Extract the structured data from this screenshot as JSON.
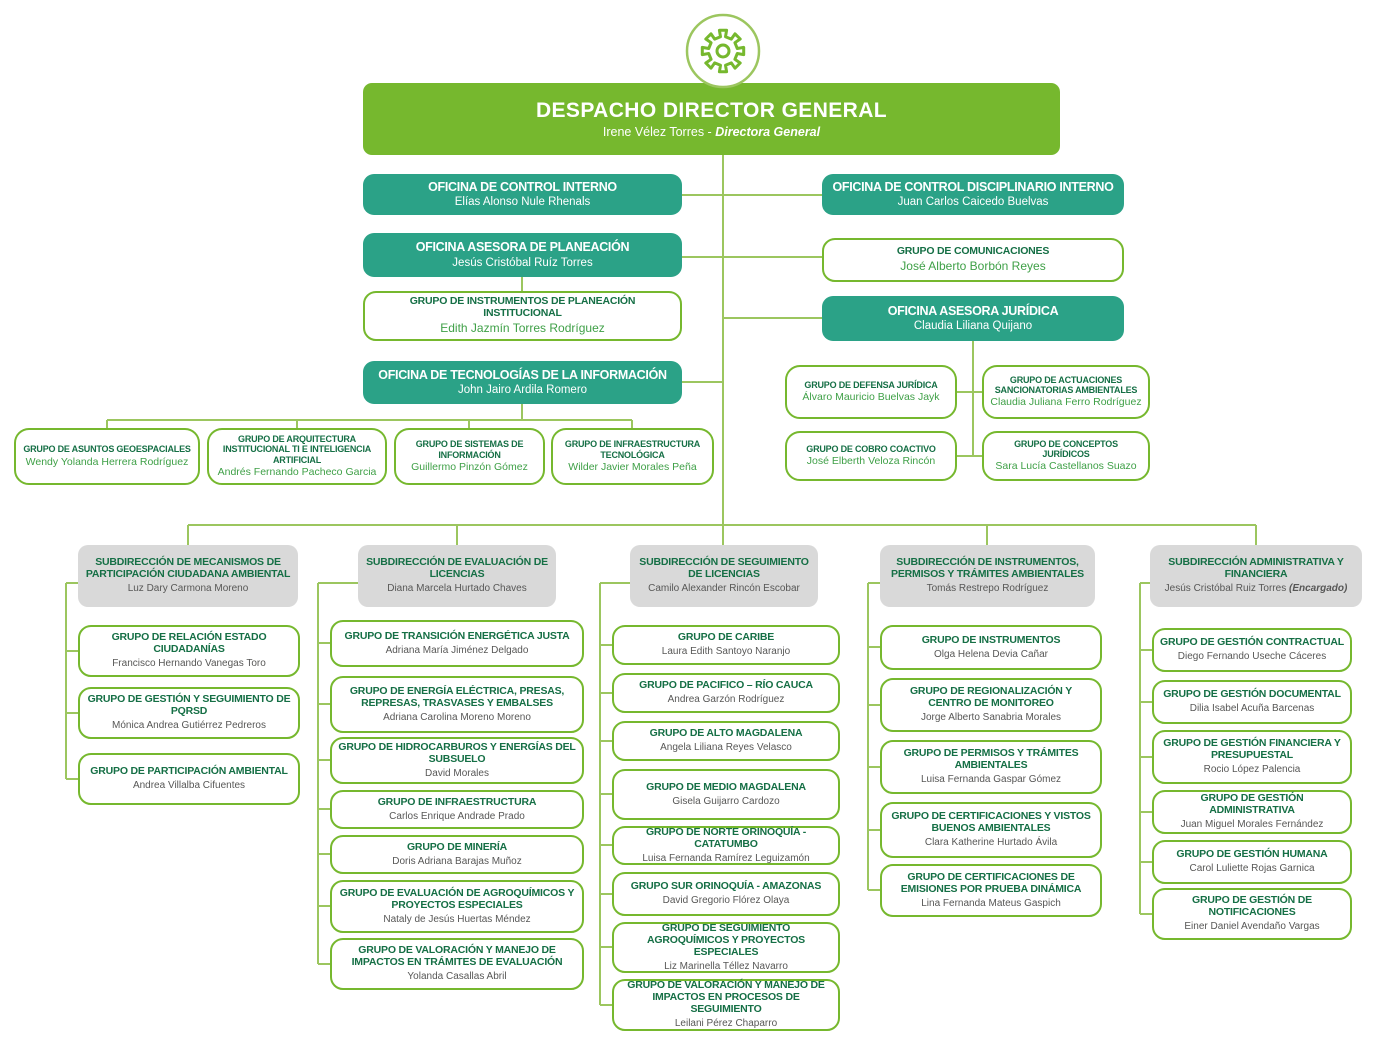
{
  "chart_title": "Organigrama - Despacho Director General",
  "colors": {
    "brand_green": "#76b82e",
    "teal": "#2ba287",
    "line_green": "#9cc65f",
    "title_green": "#156f45",
    "name_green": "#3fa047",
    "box_gray": "#d9d9d9",
    "name_gray": "#575756"
  },
  "nodes": [
    {
      "id": "despacho-director-general",
      "type": "green",
      "title": "DESPACHO DIRECTOR GENERAL",
      "name": "Irene Vélez Torres - ",
      "name_suffix": "Directora General"
    },
    {
      "id": "oficina-control-interno",
      "type": "teal",
      "title": "OFICINA DE CONTROL INTERNO",
      "name": "Elías Alonso Nule Rhenals"
    },
    {
      "id": "oficina-control-disciplinario-interno",
      "type": "teal",
      "title": "OFICINA DE CONTROL DISCIPLINARIO INTERNO",
      "name": "Juan Carlos Caicedo Buelvas"
    },
    {
      "id": "oficina-asesora-planeacion",
      "type": "teal",
      "title": "OFICINA ASESORA DE PLANEACIÓN",
      "name": "Jesús Cristóbal Ruíz Torres"
    },
    {
      "id": "grupo-comunicaciones",
      "type": "white",
      "title": "GRUPO DE COMUNICACIONES",
      "name": "José Alberto Borbón Reyes"
    },
    {
      "id": "grupo-instrumentos-planeacion-institucional",
      "type": "white",
      "title": "GRUPO DE INSTRUMENTOS DE PLANEACIÓN INSTITUCIONAL",
      "name": "Edith Jazmín Torres Rodríguez"
    },
    {
      "id": "oficina-asesora-juridica",
      "type": "teal",
      "title": "OFICINA ASESORA JURÍDICA",
      "name": "Claudia Liliana Quijano"
    },
    {
      "id": "oficina-tecnologias-informacion",
      "type": "teal",
      "title": "OFICINA DE TECNOLOGÍAS DE LA INFORMACIÓN",
      "name": "John Jairo Ardila Romero"
    },
    {
      "id": "grupo-defensa-juridica",
      "type": "white-sm",
      "title": "GRUPO DE DEFENSA JURÍDICA",
      "name": "Álvaro Mauricio Buelvas Jayk"
    },
    {
      "id": "grupo-actuaciones-sancionatorias-ambientales",
      "type": "white-sm",
      "title": "GRUPO DE ACTUACIONES SANCIONATORIAS AMBIENTALES",
      "name": "Claudia Juliana Ferro Rodríguez"
    },
    {
      "id": "grupo-cobro-coactivo",
      "type": "white-sm",
      "title": "GRUPO DE COBRO COACTIVO",
      "name": "José Elberth Veloza Rincón"
    },
    {
      "id": "grupo-conceptos-juridicos",
      "type": "white-sm",
      "title": "GRUPO DE CONCEPTOS JURÍDICOS",
      "name": "Sara Lucía Castellanos Suazo"
    },
    {
      "id": "grupo-asuntos-geoespaciales",
      "type": "white-sm",
      "title": "GRUPO DE ASUNTOS GEOESPACIALES",
      "name": "Wendy Yolanda Herrera Rodríguez"
    },
    {
      "id": "grupo-arquitectura-institucional-ti",
      "type": "white-sm",
      "title": "GRUPO DE ARQUITECTURA INSTITUCIONAL TI E INTELIGENCIA ARTIFICIAL",
      "name": "Andrés Fernando Pacheco Garcia"
    },
    {
      "id": "grupo-sistemas-informacion",
      "type": "white-sm",
      "title": "GRUPO DE SISTEMAS DE INFORMACIÓN",
      "name": "Guillermo Pinzón Gómez"
    },
    {
      "id": "grupo-infraestructura-tecnologica",
      "type": "white-sm",
      "title": "GRUPO DE INFRAESTRUCTURA TECNOLÓGICA",
      "name": "Wilder Javier Morales Peña"
    },
    {
      "id": "subdireccion-mecanismos-participacion",
      "type": "gray",
      "title": "SUBDIRECCIÓN DE MECANISMOS DE PARTICIPACIÓN CIUDADANA AMBIENTAL",
      "name": "Luz Dary Carmona Moreno"
    },
    {
      "id": "grupo-relacion-estado-ciudadanias",
      "type": "white-gray",
      "title": "GRUPO DE RELACIÓN ESTADO CIUDADANÍAS",
      "name": "Francisco Hernando Vanegas Toro"
    },
    {
      "id": "grupo-gestion-seguimiento-pqrsd",
      "type": "white-gray",
      "title": "GRUPO DE GESTIÓN Y SEGUIMIENTO DE PQRSD",
      "name": "Mónica Andrea Gutiérrez Pedreros"
    },
    {
      "id": "grupo-participacion-ambiental",
      "type": "white-gray",
      "title": "GRUPO DE PARTICIPACIÓN AMBIENTAL",
      "name": "Andrea Villalba Cifuentes"
    },
    {
      "id": "subdireccion-evaluacion-licencias",
      "type": "gray",
      "title": "SUBDIRECCIÓN DE EVALUACIÓN DE LICENCIAS",
      "name": "Diana Marcela Hurtado Chaves"
    },
    {
      "id": "grupo-transicion-energetica-justa",
      "type": "white-gray",
      "title": "GRUPO DE TRANSICIÓN ENERGÉTICA JUSTA",
      "name": "Adriana María Jiménez Delgado"
    },
    {
      "id": "grupo-energia-electrica-presas",
      "type": "white-gray",
      "title": "GRUPO DE ENERGÍA ELÉCTRICA, PRESAS, REPRESAS, TRASVASES Y EMBALSES",
      "name": "Adriana Carolina Moreno Moreno"
    },
    {
      "id": "grupo-hidrocarburos-energias-subsuelo",
      "type": "white-gray",
      "title": "GRUPO DE HIDROCARBUROS Y ENERGÍAS DEL SUBSUELO",
      "name": "David Morales"
    },
    {
      "id": "grupo-infraestructura",
      "type": "white-gray",
      "title": "GRUPO DE INFRAESTRUCTURA",
      "name": "Carlos Enrique Andrade Prado"
    },
    {
      "id": "grupo-mineria",
      "type": "white-gray",
      "title": "GRUPO DE MINERÍA",
      "name": "Doris Adriana Barajas Muñoz"
    },
    {
      "id": "grupo-evaluacion-agroquimicos",
      "type": "white-gray",
      "title": "GRUPO DE EVALUACIÓN DE AGROQUÍMICOS Y PROYECTOS ESPECIALES",
      "name": "Nataly de Jesús Huertas Méndez"
    },
    {
      "id": "grupo-valoracion-impactos-evaluacion",
      "type": "white-gray",
      "title": "GRUPO DE VALORACIÓN Y MANEJO DE IMPACTOS EN TRÁMITES DE EVALUACIÓN",
      "name": "Yolanda Casallas Abril"
    },
    {
      "id": "subdireccion-seguimiento-licencias",
      "type": "gray",
      "title": "SUBDIRECCIÓN DE SEGUIMIENTO DE LICENCIAS",
      "name": "Camilo Alexander Rincón Escobar"
    },
    {
      "id": "grupo-caribe",
      "type": "white-gray",
      "title": "GRUPO DE CARIBE",
      "name": "Laura Edith Santoyo Naranjo"
    },
    {
      "id": "grupo-pacifico-rio-cauca",
      "type": "white-gray",
      "title": "GRUPO DE PACIFICO – RÍO CAUCA",
      "name": "Andrea Garzón Rodríguez"
    },
    {
      "id": "grupo-alto-magdalena",
      "type": "white-gray",
      "title": "GRUPO DE ALTO MAGDALENA",
      "name": "Angela Liliana Reyes Velasco"
    },
    {
      "id": "grupo-medio-magdalena",
      "type": "white-gray",
      "title": "GRUPO DE MEDIO MAGDALENA",
      "name": "Gisela Guijarro Cardozo"
    },
    {
      "id": "grupo-norte-orinoquia-catatumbo",
      "type": "white-gray",
      "title": "GRUPO DE NORTE ORINOQUÍA - CATATUMBO",
      "name": "Luisa Fernanda Ramírez Leguizamón"
    },
    {
      "id": "grupo-sur-orinoquia-amazonas",
      "type": "white-gray",
      "title": "GRUPO SUR ORINOQUÍA - AMAZONAS",
      "name": "David Gregorio Flórez Olaya"
    },
    {
      "id": "grupo-seguimiento-agroquimicos",
      "type": "white-gray",
      "title": "GRUPO DE SEGUIMIENTO AGROQUÍMICOS Y PROYECTOS ESPECIALES",
      "name": "Liz Marinella Téllez Navarro"
    },
    {
      "id": "grupo-valoracion-impactos-seguimiento",
      "type": "white-gray",
      "title": "GRUPO DE VALORACIÓN Y MANEJO DE IMPACTOS EN PROCESOS DE SEGUIMIENTO",
      "name": "Leilani Pérez Chaparro"
    },
    {
      "id": "subdireccion-instrumentos-permisos",
      "type": "gray",
      "title": "SUBDIRECCIÓN DE INSTRUMENTOS, PERMISOS Y TRÁMITES AMBIENTALES",
      "name": "Tomás Restrepo Rodríguez"
    },
    {
      "id": "grupo-instrumentos",
      "type": "white-gray",
      "title": "GRUPO DE INSTRUMENTOS",
      "name": "Olga Helena Devia Cañar"
    },
    {
      "id": "grupo-regionalizacion-monitoreo",
      "type": "white-gray",
      "title": "GRUPO DE REGIONALIZACIÓN Y CENTRO DE MONITOREO",
      "name": "Jorge Alberto Sanabria Morales"
    },
    {
      "id": "grupo-permisos-tramites-ambientales",
      "type": "white-gray",
      "title": "GRUPO DE PERMISOS Y TRÁMITES AMBIENTALES",
      "name": "Luisa Fernanda Gaspar Gómez"
    },
    {
      "id": "grupo-certificaciones-vistos-buenos",
      "type": "white-gray",
      "title": "GRUPO DE CERTIFICACIONES Y VISTOS BUENOS AMBIENTALES",
      "name": "Clara Katherine Hurtado Ávila"
    },
    {
      "id": "grupo-certificaciones-emisiones",
      "type": "white-gray",
      "title": "GRUPO DE CERTIFICACIONES DE EMISIONES POR PRUEBA DINÁMICA",
      "name": "Lina Fernanda Mateus Gaspich"
    },
    {
      "id": "subdireccion-administrativa-financiera",
      "type": "gray",
      "title": "SUBDIRECCIÓN ADMINISTRATIVA Y FINANCIERA",
      "name": "Jesús Cristóbal Ruiz Torres ",
      "name_suffix": "(Encargado)"
    },
    {
      "id": "grupo-gestion-contractual",
      "type": "white-gray",
      "title": "GRUPO DE GESTIÓN CONTRACTUAL",
      "name": "Diego Fernando Useche Cáceres"
    },
    {
      "id": "grupo-gestion-documental",
      "type": "white-gray",
      "title": "GRUPO DE GESTIÓN DOCUMENTAL",
      "name": "Dilia Isabel Acuña Barcenas"
    },
    {
      "id": "grupo-gestion-financiera-presupuestal",
      "type": "white-gray",
      "title": "GRUPO DE GESTIÓN FINANCIERA Y PRESUPUESTAL",
      "name": "Rocio López Palencia"
    },
    {
      "id": "grupo-gestion-administrativa",
      "type": "white-gray",
      "title": "GRUPO DE GESTIÓN ADMINISTRATIVA",
      "name": "Juan Miguel Morales Fernández"
    },
    {
      "id": "grupo-gestion-humana",
      "type": "white-gray",
      "title": "GRUPO DE GESTIÓN HUMANA",
      "name": "Carol Luliette Rojas Garnica"
    },
    {
      "id": "grupo-gestion-notificaciones",
      "type": "white-gray",
      "title": "GRUPO DE GESTIÓN DE NOTIFICACIONES",
      "name": "Einer Daniel Avendaño Vargas"
    }
  ]
}
